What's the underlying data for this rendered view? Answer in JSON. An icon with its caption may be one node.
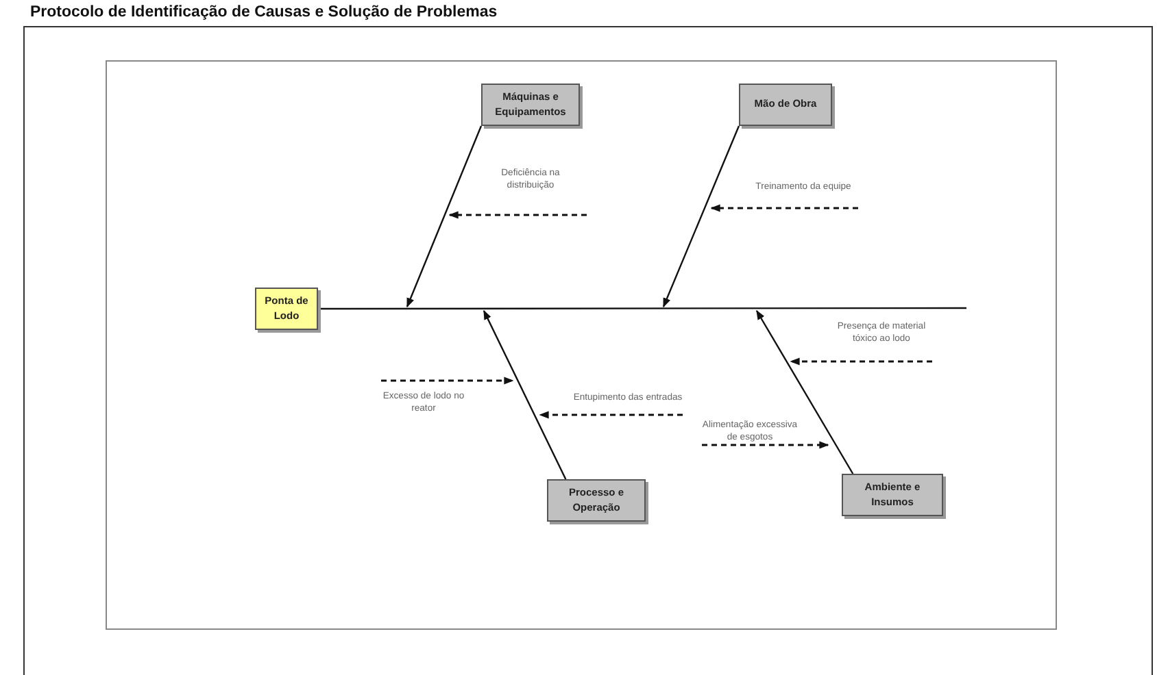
{
  "diagram": {
    "title": "Protocolo de Identificação de Causas e Solução de Problemas",
    "nodes": [
      {
        "text": [
          "Ponta de Lodo"
        ]
      },
      {
        "text": [
          "Máquinas e Equipamentos"
        ]
      },
      {
        "text": [
          "Mão de Obra"
        ]
      },
      {
        "text": [
          "Deficiência na distribuição"
        ]
      },
      {
        "text": [
          "Treinamento da equipe"
        ]
      },
      {
        "text": [
          "Presença de material tóxico ao lodo"
        ]
      },
      {
        "text": [
          "Excesso de lodo no reator"
        ]
      },
      {
        "text": [
          "Entupimento das entradas"
        ]
      },
      {
        "text": [
          "Alimentação excessiva de esgotos"
        ]
      },
      {
        "text": [
          "Processo e Operação"
        ]
      },
      {
        "text": [
          "Ambiente e Insumos"
        ]
      }
    ],
    "edges": [
      {
        "from": 0,
        "to": null,
        "arrow": "none"
      },
      {
        "from": 1,
        "to": null,
        "arrow": "to"
      },
      {
        "from": 2,
        "to": null,
        "arrow": "to"
      },
      {
        "from": 9,
        "to": null,
        "arrow": "to"
      },
      {
        "from": 10,
        "to": null,
        "arrow": "to"
      },
      {
        "from": 3,
        "to": null,
        "arrow": "to",
        "style": "dashed"
      },
      {
        "from": 4,
        "to": null,
        "arrow": "to",
        "style": "dashed"
      },
      {
        "from": 5,
        "to": null,
        "arrow": "to",
        "style": "dashed"
      },
      {
        "from": 6,
        "to": null,
        "arrow": "to",
        "style": "dashed"
      },
      {
        "from": 7,
        "to": null,
        "arrow": "to",
        "style": "dashed"
      },
      {
        "from": 8,
        "to": null,
        "arrow": "to",
        "style": "dashed"
      }
    ]
  }
}
